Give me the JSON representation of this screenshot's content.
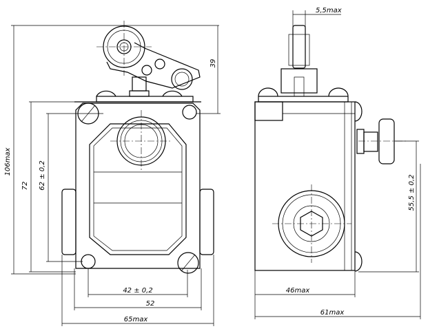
{
  "front_view": {
    "dim_overall_height": "106max",
    "dim_body_height": "72",
    "dim_mount_height": "62 ± 0,2",
    "dim_lever_height": "39",
    "dim_mount_width": "42 ± 0,2",
    "dim_body_width": "52",
    "dim_overall_width": "65max"
  },
  "side_view": {
    "dim_roller_width": "5,5max",
    "dim_plunger_height": "55,5 ± 0,2",
    "dim_body_depth": "46max",
    "dim_overall_depth": "61max"
  }
}
